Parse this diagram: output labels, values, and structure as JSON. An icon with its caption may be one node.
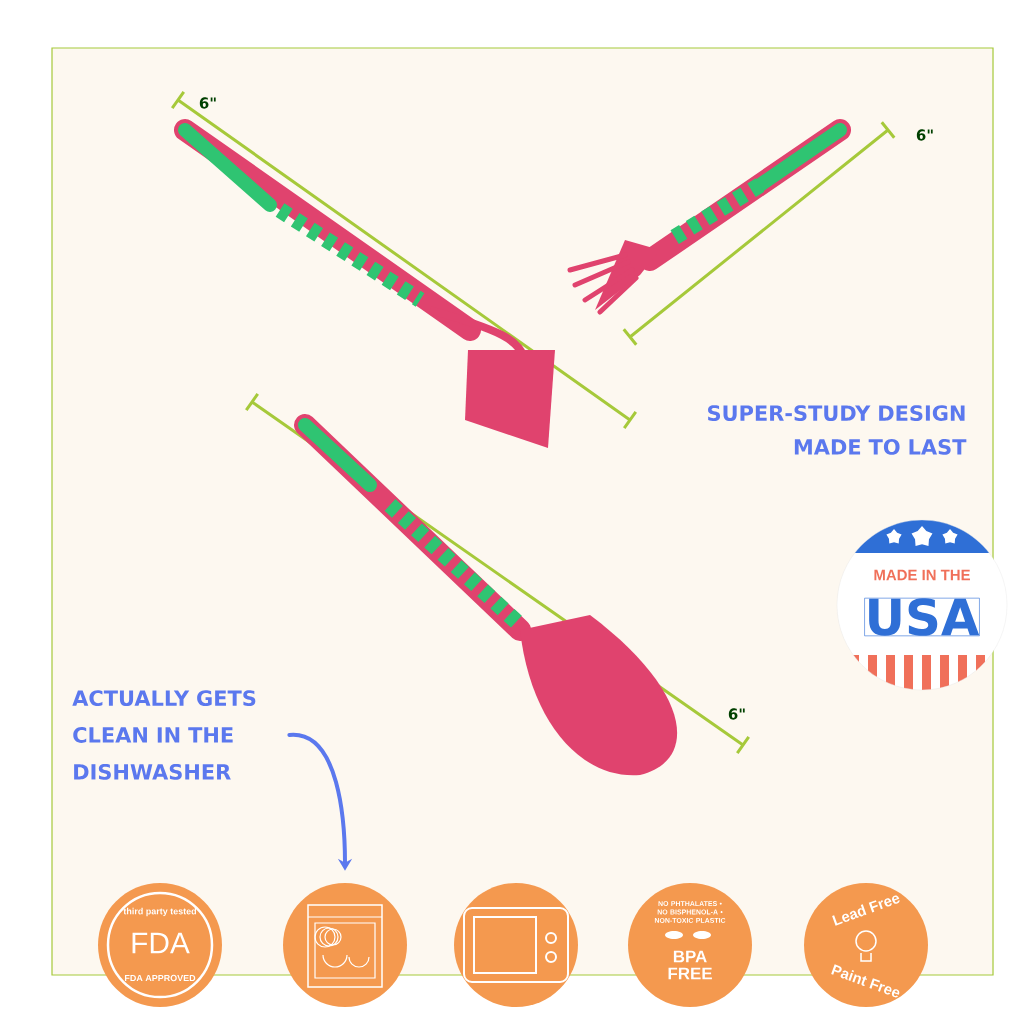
{
  "diagram": {
    "nodes": [
      {
        "text": [
          "MADE IN THE",
          "USA"
        ]
      },
      {
        "text": [
          "ACTUALLY GETS CLEAN IN THE DISHWASHER"
        ]
      },
      {
        "text": [
          "third party tested",
          "FDA",
          "FDA APPROVED"
        ]
      },
      {
        "text": [],
        "shape": "circle"
      },
      {
        "text": [],
        "shape": "circle"
      },
      {
        "text": [
          "NO PHTHALATES • NO BISPHENOL-A • NON-TOXIC PLASTIC",
          "BPA FREE"
        ]
      },
      {
        "text": [
          "Lead Free",
          "Paint Free"
        ]
      }
    ],
    "edges": [
      {
        "from": 1,
        "to": 3,
        "arrow": "to"
      }
    ],
    "labels": [
      "6\"",
      "6\"",
      "SUPER-STUDY DESIGN MADE TO LAST",
      "6\""
    ]
  }
}
